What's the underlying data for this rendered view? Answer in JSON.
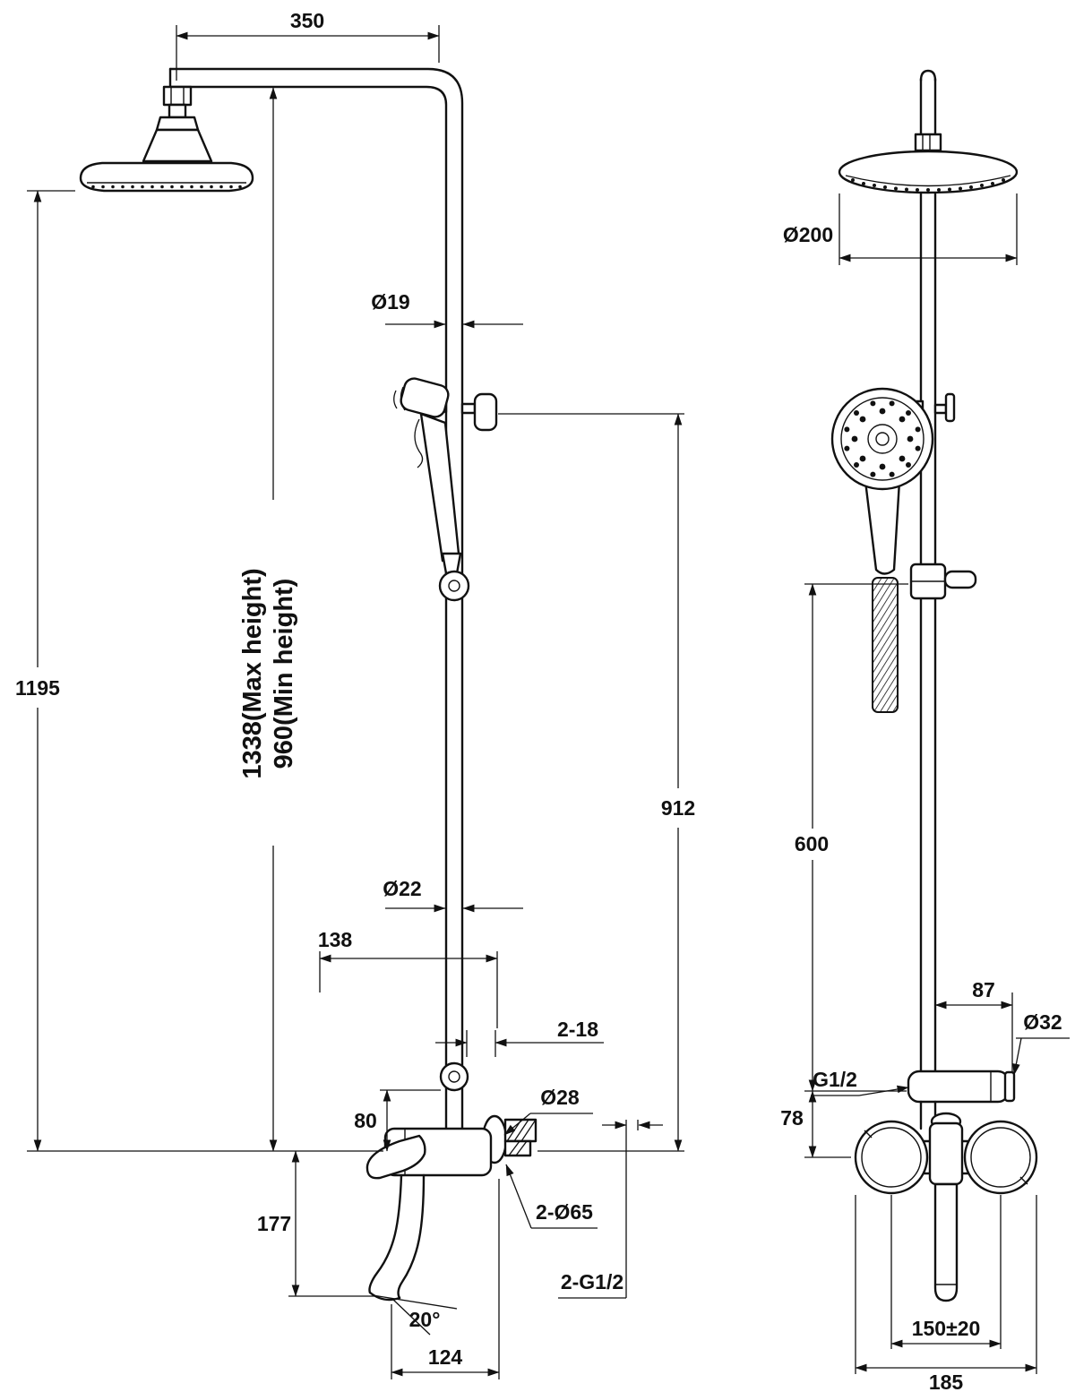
{
  "drawing": {
    "background": "#ffffff",
    "ink": "#111111",
    "labels": {
      "arm_length": "350",
      "pipe_top_dia": "Ø19",
      "overall_height": "1195",
      "max_height": "1338(Max height)",
      "min_height": "960(Min height)",
      "riser_height": "912",
      "pipe_dia": "Ø22",
      "dim_138": "138",
      "dim_2_18": "2-18",
      "flange_dia": "Ø28",
      "dim_80": "80",
      "dim_177": "177",
      "escutcheons": "2-Ø65",
      "inlets": "2-G1/2",
      "spout_angle": "20°",
      "spout_reach": "124",
      "head_dia": "Ø200",
      "dim_600": "600",
      "dim_87": "87",
      "outlet_dia": "Ø32",
      "outlet_thread": "G1/2",
      "dim_78": "78",
      "inlet_centers": "150±20",
      "body_width": "185"
    }
  }
}
